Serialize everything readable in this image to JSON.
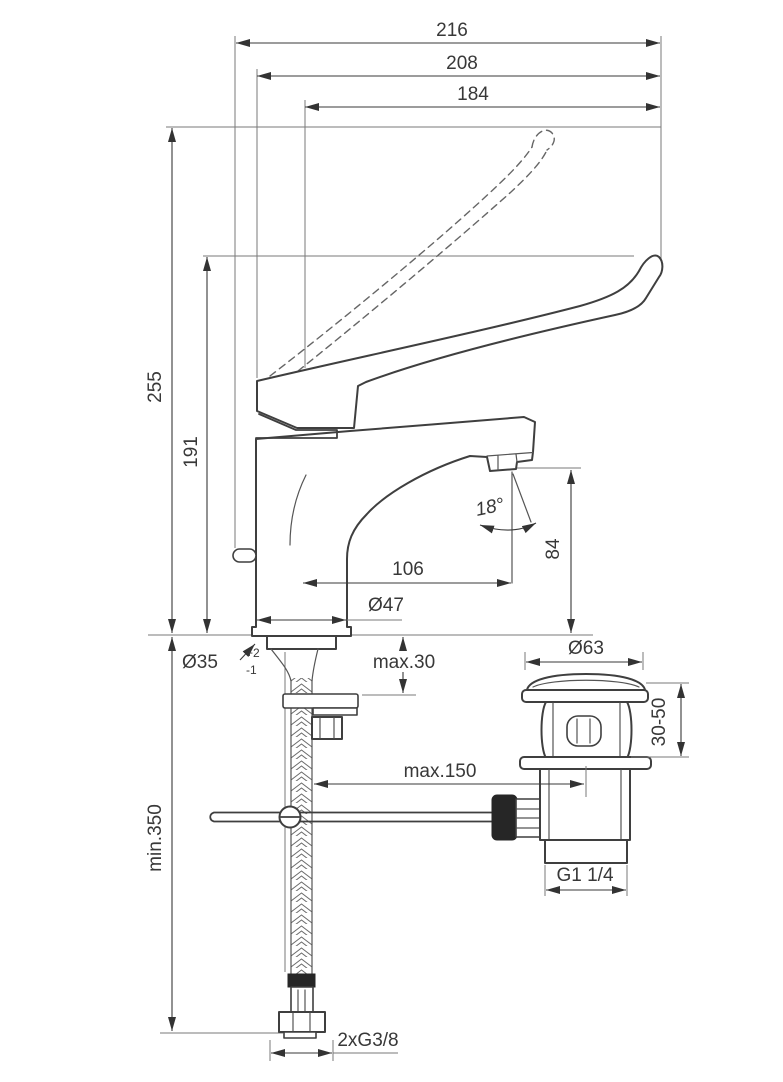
{
  "dims": {
    "d216": "216",
    "d208": "208",
    "d184": "184",
    "d255": "255",
    "d191": "191",
    "d106": "106",
    "d84": "84",
    "angle": "18°",
    "dia47": "Ø47",
    "dia35": "Ø35",
    "dia35_sup": "+2",
    "dia35_sub": "-1",
    "max30": "max.30",
    "dia63": "Ø63",
    "r3050": "30-50",
    "min350": "min.350",
    "max150": "max.150",
    "g114": "G1 1/4",
    "g38": "2xG3/8"
  }
}
